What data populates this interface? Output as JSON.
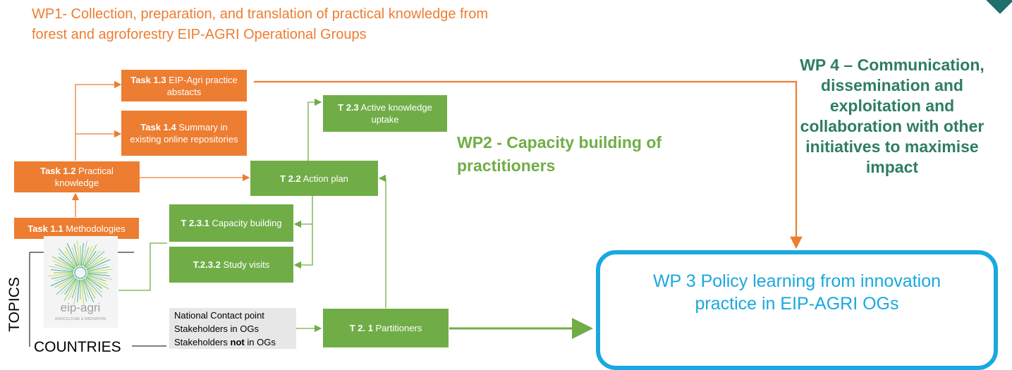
{
  "wp1": {
    "title": "WP1- Collection, preparation, and translation of practical knowledge from forest and agroforestry EIP-AGRI Operational Groups"
  },
  "wp2": {
    "title": "WP2 - Capacity building of practitioners"
  },
  "wp3": {
    "title": "WP 3 Policy learning from innovation practice in EIP-AGRI OGs"
  },
  "wp4": {
    "title": "WP 4 – Communication, dissemination and exploitation and collaboration with other initiatives to maximise impact"
  },
  "tasks": {
    "t11": {
      "code": "Task 1.1",
      "label": "Methodologies"
    },
    "t12": {
      "code": "Task 1.2",
      "label": "Practical knowledge"
    },
    "t13": {
      "code": "Task 1.3",
      "label": "EIP-Agri practice abstacts"
    },
    "t14": {
      "code": "Task 1.4",
      "label": "Summary in existing online repositories"
    },
    "t21": {
      "code": "T 2. 1",
      "label": "Partitioners"
    },
    "t22": {
      "code": "T 2.2",
      "label": "Action plan"
    },
    "t23": {
      "code": "T 2.3",
      "label": "Active knowledge uptake"
    },
    "t231": {
      "code": "T 2.3.1",
      "label": "Capacity building"
    },
    "t232": {
      "code": "T.2.3.2",
      "label": "Study visits"
    }
  },
  "stakeholders": {
    "line1": "National Contact point",
    "line2": "Stakeholders in OGs",
    "line3_pre": "Stakeholders",
    "line3_bold": "not",
    "line3_post": "in OGs"
  },
  "axes": {
    "topics": "TOPICS",
    "countries": "COUNTRIES"
  },
  "logo": {
    "text": "eip-agri",
    "subtext": "AGRICULTURE & INNOVATION"
  },
  "colors": {
    "wp1": "#ed7d31",
    "wp2": "#70ad47",
    "wp3": "#1aa8e0",
    "wp4": "#2e7d65"
  }
}
